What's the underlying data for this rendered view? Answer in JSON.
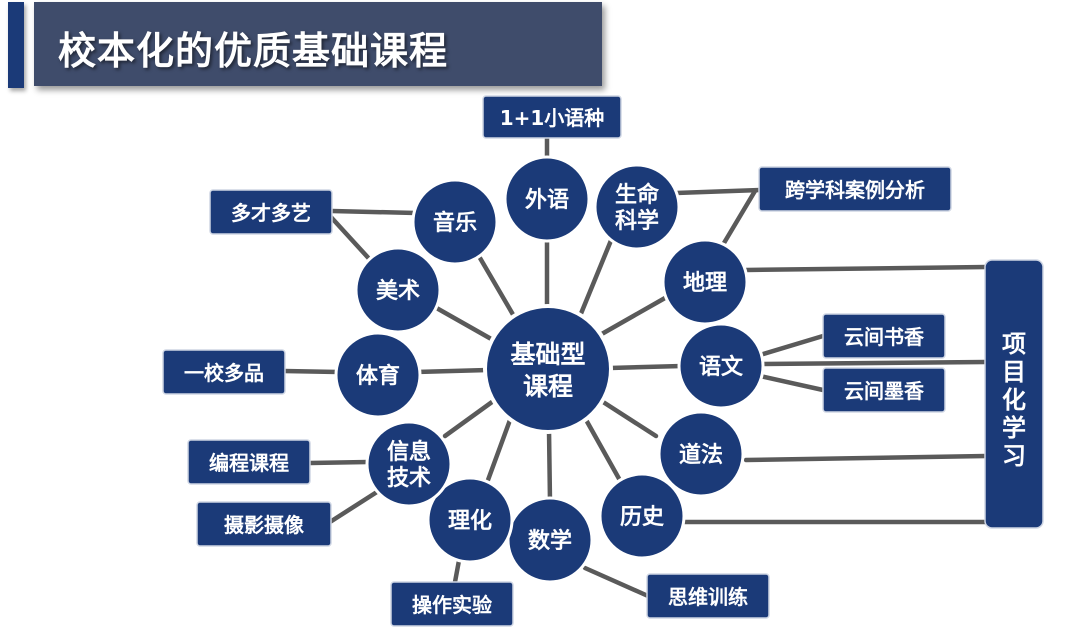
{
  "title": "校本化的优质基础课程",
  "center": {
    "line1": "基础型",
    "line2": "课程"
  },
  "subjects": {
    "waiyu": "外语",
    "shengming": {
      "line1": "生命",
      "line2": "科学"
    },
    "dili": "地理",
    "yuwen": "语文",
    "daofa": "道法",
    "lishi": "历史",
    "shuxue": "数学",
    "lihua": "理化",
    "xinxi": {
      "line1": "信息",
      "line2": "技术"
    },
    "tiyu": "体育",
    "meishu": "美术",
    "yinyue": "音乐"
  },
  "programs": {
    "yuzhong": "1+1小语种",
    "kuaxueke": "跨学科案例分析",
    "duocai": "多才多艺",
    "yixiao": "一校多品",
    "biancheng": "编程课程",
    "sheying": "摄影摄像",
    "caozuo": "操作实验",
    "siwei": "思维训练",
    "shuxiang": "云间书香",
    "moxiang": "云间墨香"
  },
  "project": {
    "label": "项目化学习",
    "chars": [
      "项",
      "目",
      "化",
      "学",
      "习"
    ]
  },
  "colors": {
    "node": "#1b3a78",
    "title_bar": "#3f4c6b",
    "edge": "#5a5a5a"
  }
}
